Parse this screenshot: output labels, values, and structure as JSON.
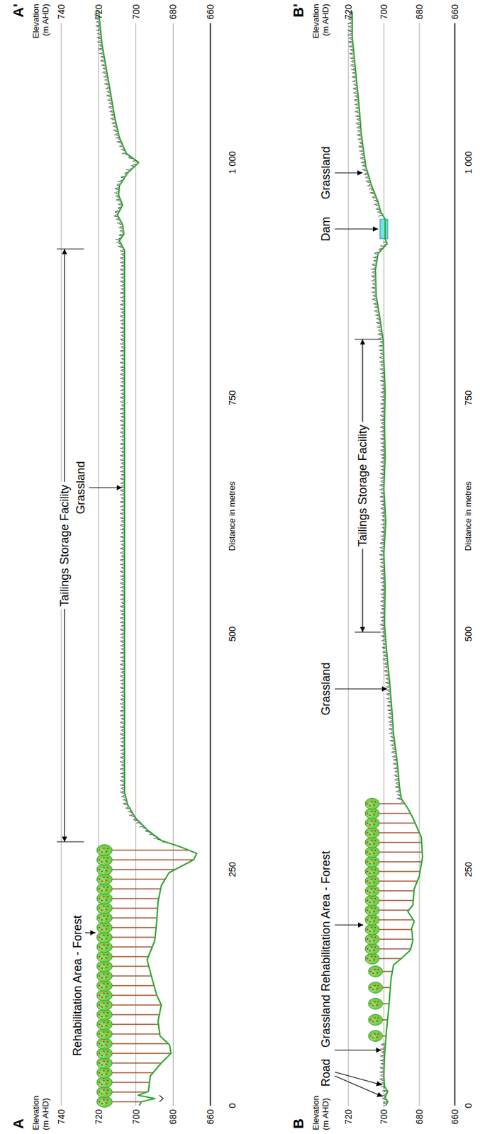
{
  "diagram": {
    "labels": [
      "A",
      "Elevation (m AHD)",
      "740",
      "720",
      "700",
      "680",
      "660",
      "Rehabilitation Area - Forest",
      "Tailings Storage Facility",
      "Grassland",
      "0",
      "250",
      "500",
      "750",
      "1 000",
      "Distance in metres",
      "A'",
      "Elevation (m AHD)",
      "740",
      "720",
      "700",
      "680",
      "660",
      "B",
      "Elevation (m AHD)",
      "720",
      "700",
      "680",
      "660",
      "Road",
      "Grassland",
      "Rehabilitation Area - Forest",
      "Grassland",
      "Tailings Storage Facility",
      "Dam",
      "Grassland",
      "0",
      "250",
      "500",
      "750",
      "1 000",
      "Distance in metres",
      "B'",
      "Elevation (m AHD)",
      "720",
      "700",
      "680",
      "660"
    ]
  }
}
